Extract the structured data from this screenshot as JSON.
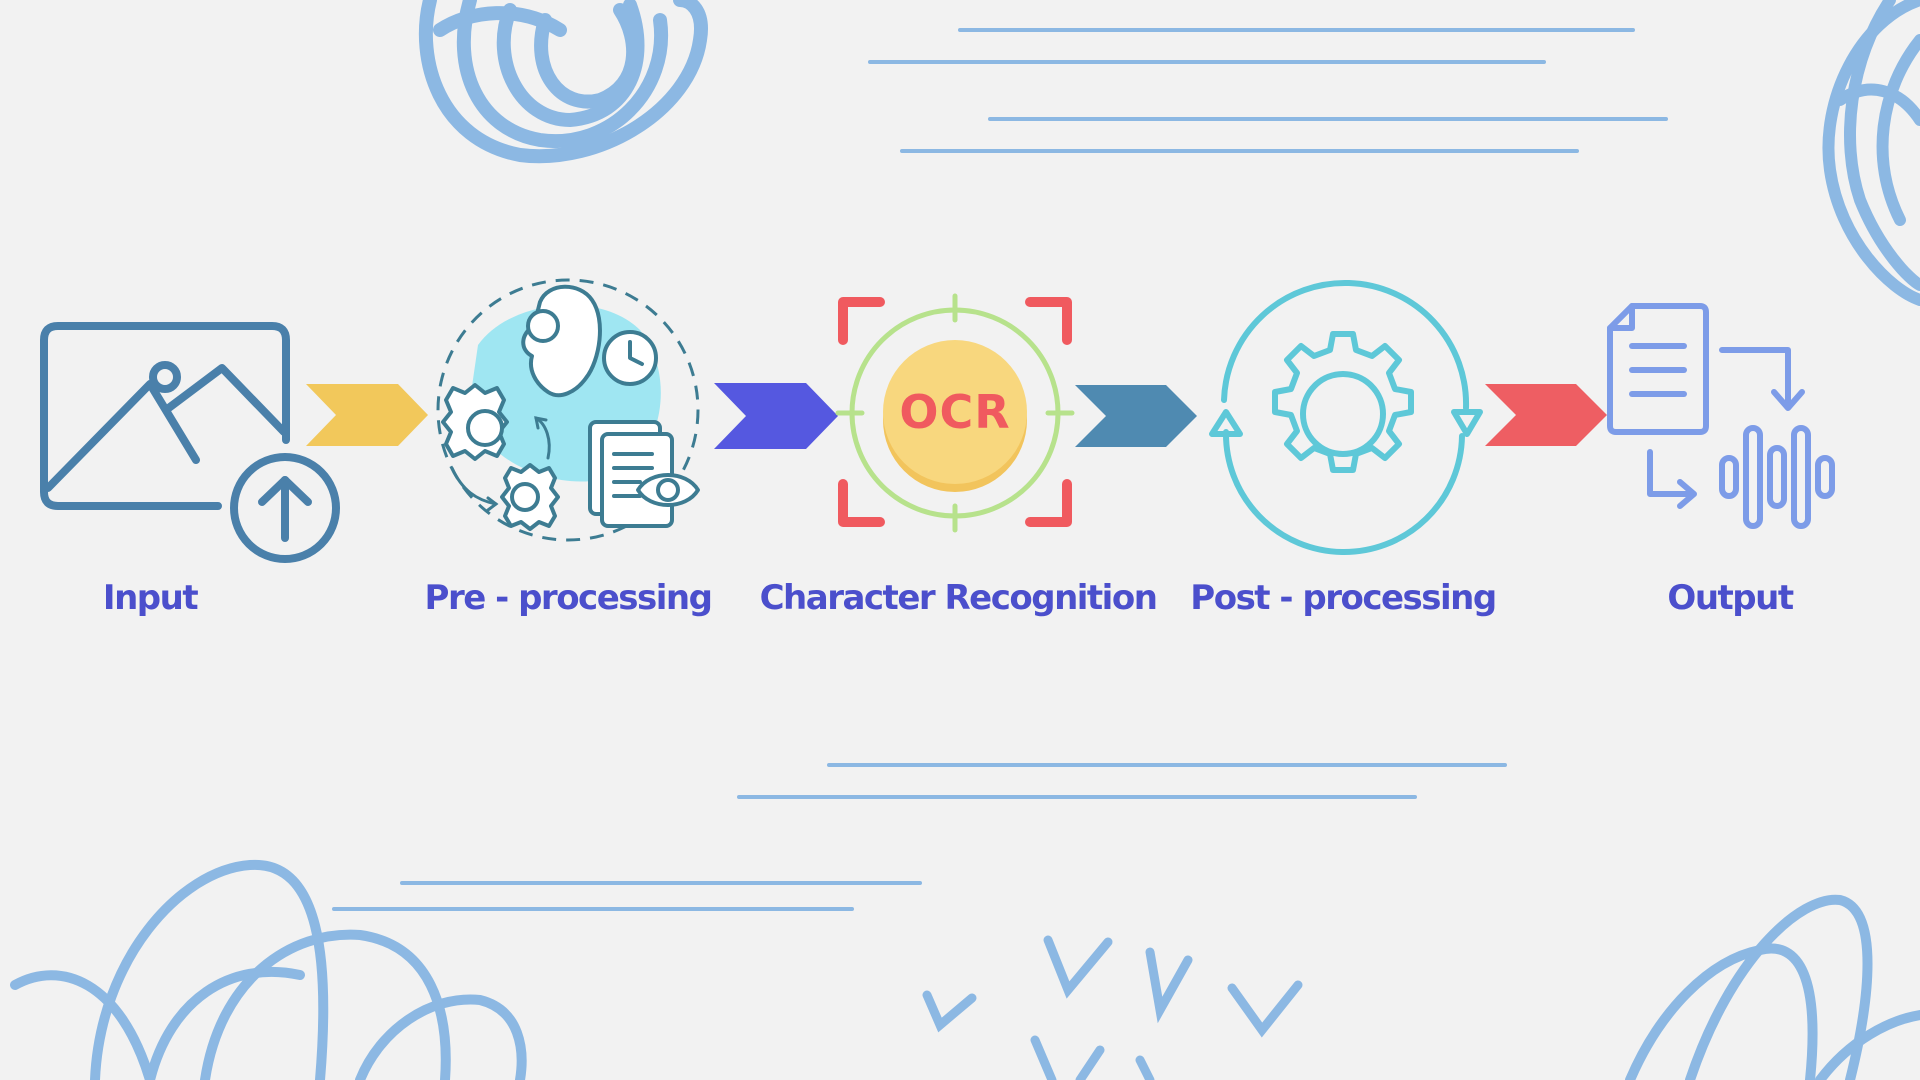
{
  "colors": {
    "background": "#f2f2f2",
    "scribble": "#8cb8e3",
    "label": "#4b4fcc",
    "arrow_1": "#f2c85b",
    "arrow_2": "#5558e0",
    "arrow_3": "#4f8ab1",
    "arrow_4": "#ee5e63",
    "input_icon": "#4a80aa",
    "preprocess_icon": "#3d7c92",
    "preprocess_bg": "#9fe6f2",
    "ocr_red": "#f05a5f",
    "ocr_ring": "#b7e28c",
    "ocr_fill": "#f8d77e",
    "postprocess_icon": "#5ec8d8",
    "output_icon": "#7d9ce8"
  },
  "steps": [
    {
      "id": "input",
      "label": "Input",
      "icon": "image-upload-icon"
    },
    {
      "id": "preprocess",
      "label": "Pre - processing",
      "icon": "gears-document-eye-icon"
    },
    {
      "id": "recognition",
      "label": "Character Recognition",
      "icon": "ocr-target-icon",
      "badge": "OCR"
    },
    {
      "id": "postprocess",
      "label": "Post - processing",
      "icon": "gear-cycle-icon"
    },
    {
      "id": "output",
      "label": "Output",
      "icon": "document-audio-icon"
    }
  ]
}
